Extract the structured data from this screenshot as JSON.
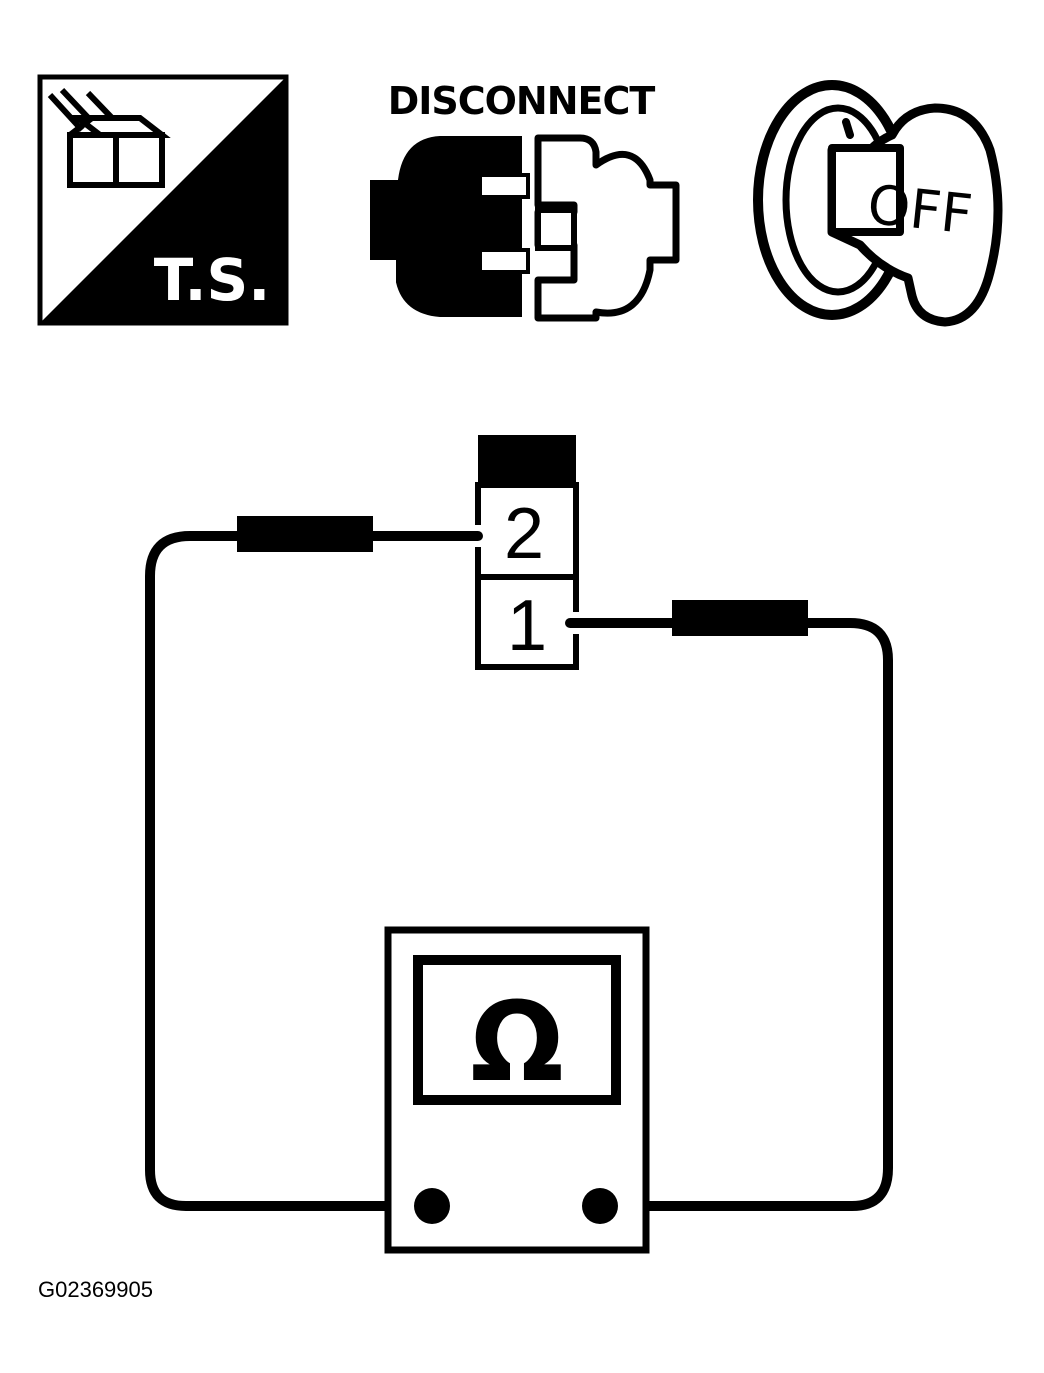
{
  "icons": {
    "ts": {
      "name": "ts-icon",
      "label": "T.S."
    },
    "disconnect": {
      "name": "disconnect-connector-icon",
      "label": "DISCONNECT"
    },
    "ignition": {
      "name": "ignition-key-off-icon",
      "label": "OFF"
    }
  },
  "connector": {
    "pins": [
      {
        "label": "2"
      },
      {
        "label": "1"
      }
    ]
  },
  "meter": {
    "symbol": "Ω",
    "icon": "ohmmeter-icon"
  },
  "figure_id": "G02369905",
  "colors": {
    "ink": "#000000",
    "paper": "#ffffff"
  }
}
